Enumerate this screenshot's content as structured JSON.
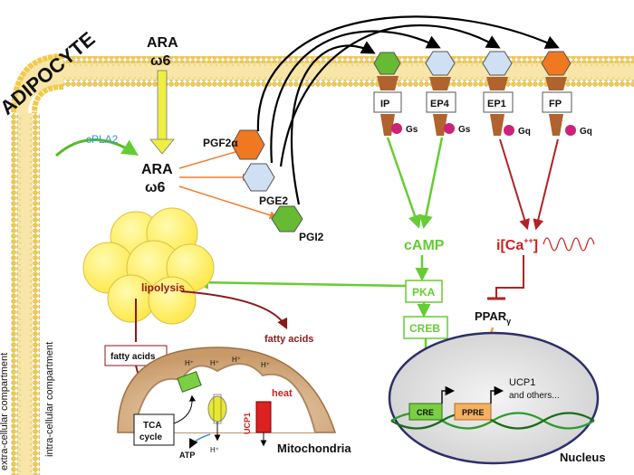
{
  "cell": {
    "title": "ADIPOCYTE"
  },
  "compartments": {
    "extra": "extra-cellular compartment",
    "intra": "intra-cellular compartment"
  },
  "enzyme": {
    "cpla2": "cPLA2"
  },
  "ara_top": {
    "line1": "ARA",
    "line2": "ω6"
  },
  "ara_mid": {
    "line1": "ARA",
    "line2": "ω6"
  },
  "prostanoids": {
    "pgf2a": "PGF2α",
    "pge2": "PGE2",
    "pgi2": "PGI2"
  },
  "receptors": {
    "ip": "IP",
    "ep4": "EP4",
    "ep1": "EP1",
    "fp": "FP",
    "gs1": "Gs",
    "gs2": "Gs",
    "gq1": "Gq",
    "gq2": "Gq"
  },
  "second_messengers": {
    "camp": "cAMP",
    "ca": "i[Ca",
    "ca_sup": "++",
    "ca_close": "]"
  },
  "signaling": {
    "pka": "PKA",
    "creb": "CREB",
    "ppar": "PPAR",
    "ppar_sub": "γ"
  },
  "lipid": {
    "lipolysis": "lipolysis",
    "fatty_acids_left": "fatty acids",
    "fatty_acids_right": "fatty acids"
  },
  "mito": {
    "title": "Mitochondria",
    "tca1": "TCA",
    "tca2": "cycle",
    "atp": "ATP",
    "ucp1": "UCP1",
    "heat": "heat",
    "h": "H⁺"
  },
  "nucleus": {
    "title": "Nucleus",
    "cre": "CRE",
    "ppre": "PPRE",
    "gene1": "UCP1",
    "gene2": "and others..."
  },
  "colors": {
    "green": "#66cc33",
    "red": "#b22222",
    "orange": "#f08030",
    "darkred": "#8b1a1a",
    "blue_text": "#3399cc",
    "lipid_yellow": "#fff27a",
    "mito_tan": "#d9b38c"
  }
}
